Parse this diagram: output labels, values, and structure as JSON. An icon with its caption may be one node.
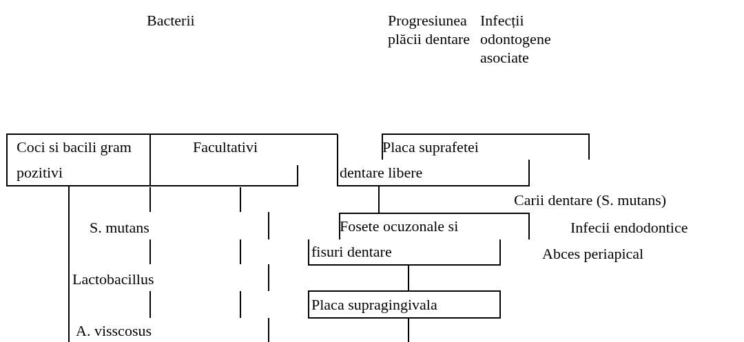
{
  "diagram": {
    "nodes": [
      {
        "text": [
          "Coci si bacili gram pozitivi"
        ]
      },
      {
        "text": [
          "Facultativi"
        ]
      },
      {
        "text": [
          "Placa suprafetei dentare libere"
        ]
      },
      {
        "text": [
          "Fosete ocuzonale si fisuri dentare"
        ]
      },
      {
        "text": [
          "Placa supragingivala"
        ]
      }
    ],
    "edges": [
      {
        "from": 2,
        "to": 3,
        "arrow": "none"
      },
      {
        "from": 3,
        "to": 4,
        "arrow": "none"
      },
      {
        "from": 4,
        "to": null,
        "arrow": "none"
      }
    ],
    "labels": [
      "Bacterii",
      "Progresiunea plăcii dentare",
      "Infecții odontogene asociate",
      "S. mutans",
      "Lactobacillus",
      "A. visscosus",
      "Carii dentare (S. mutans)",
      "Infecii endodontice",
      "Abces periapical"
    ]
  }
}
